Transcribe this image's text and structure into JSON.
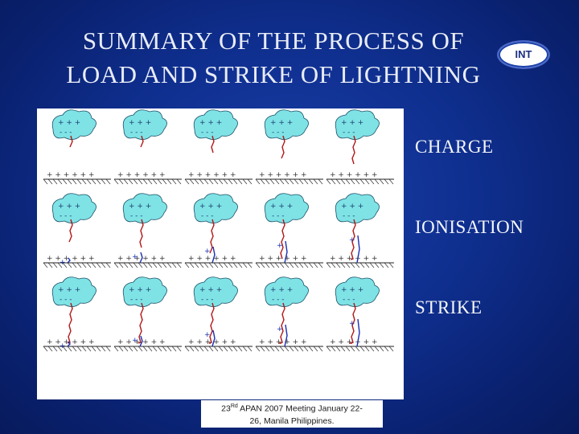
{
  "slide": {
    "title_line1": "SUMMARY OF THE PROCESS OF",
    "title_line2": "LOAD AND STRIKE OF LIGHTNING",
    "badge": "INT",
    "stages": [
      "CHARGE",
      "IONISATION",
      "STRIKE"
    ],
    "footer_num": "23",
    "footer_sup": "Rd",
    "footer_line1": "APAN 2007 Meeting January 22-",
    "footer_line2": "26, Manila Philippines.",
    "colors": {
      "background": "#0f2f8f",
      "cloud": "#7fe3e6",
      "leader": "#b01818",
      "upward": "#1a2fb0"
    }
  }
}
